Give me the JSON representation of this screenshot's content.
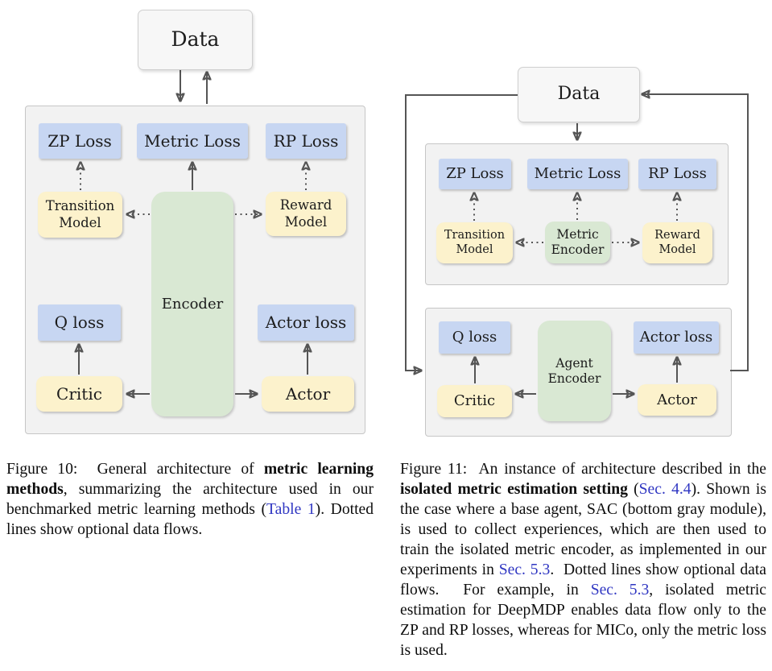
{
  "colors": {
    "loss_box": "#c7d6f2",
    "model_box": "#fcf2cc",
    "encoder_box": "#d9e8d3",
    "module_panel": "#f2f2f2",
    "panel_border": "#c6c6c6",
    "data_box": "#f7f7f7",
    "arrow": "#555555",
    "reference_link": "#2f36c2",
    "background": "#ffffff"
  },
  "figure10": {
    "nodes": {
      "data": "Data",
      "zp_loss": "ZP Loss",
      "metric_loss": "Metric Loss",
      "rp_loss": "RP Loss",
      "transition_model": "Transition Model",
      "reward_model": "Reward Model",
      "encoder": "Encoder",
      "q_loss": "Q loss",
      "actor_loss": "Actor loss",
      "critic": "Critic",
      "actor": "Actor"
    },
    "caption": {
      "s1": "Figure 10:  General architecture of ",
      "s2": "metric learning methods",
      "s3": ", summarizing the architecture used in our benchmarked metric learning methods (",
      "s4": "Table 1",
      "s5": "). Dotted lines show optional data flows."
    }
  },
  "figure11": {
    "nodes": {
      "data": "Data",
      "zp_loss": "ZP Loss",
      "metric_loss": "Metric Loss",
      "rp_loss": "RP Loss",
      "transition_model": "Transition Model",
      "metric_encoder": "Metric Encoder",
      "reward_model": "Reward Model",
      "q_loss": "Q loss",
      "actor_loss": "Actor loss",
      "agent_encoder": "Agent Encoder",
      "critic": "Critic",
      "actor": "Actor"
    },
    "caption": {
      "s1": "Figure 11:  An instance of architecture described in the ",
      "s2": "isolated metric estimation setting",
      "s3": " (",
      "s4": "Sec. 4.4",
      "s5": "). Shown is the case where a base agent, SAC (bottom gray module), is used to collect experiences, which are then used to train the isolated metric encoder, as implemented in our experiments in ",
      "s6": "Sec. 5.3",
      "s7": ".  Dotted lines show optional data flows.  For example, in ",
      "s8": "Sec. 5.3",
      "s9": ", isolated metric estimation for DeepMDP enables data flow only to the ZP and RP losses, whereas for MICo, only the metric loss is used."
    }
  }
}
